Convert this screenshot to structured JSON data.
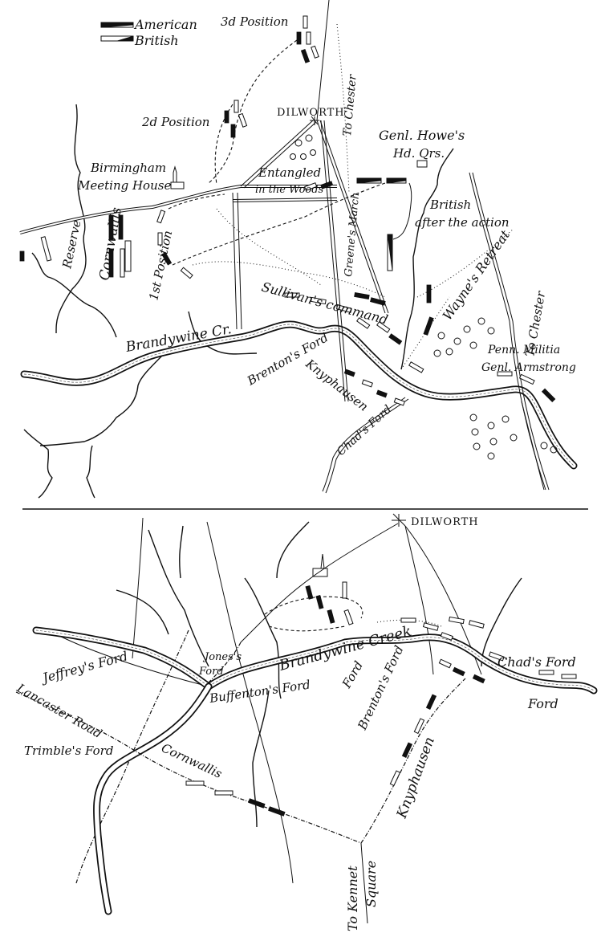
{
  "legend": {
    "items": [
      {
        "label": "American",
        "symbol": "black-filled-bar"
      },
      {
        "label": "British",
        "symbol": "white-open-bar"
      }
    ]
  },
  "upper_map": {
    "places": {
      "dilworth": "DILWORTH",
      "meeting_house_1": "Birmingham",
      "meeting_house_2": "Meeting House",
      "hq_1": "Genl. Howe's",
      "hq_2": "Hd. Qrs.",
      "penn_militia_1": "Penn. Militia",
      "penn_militia_2": "Genl. Armstrong"
    },
    "positions": {
      "first": "1st Position",
      "second": "2d Position",
      "third": "3d Position",
      "reserve": "Reserve"
    },
    "movements": {
      "entangled_1": "Entangled",
      "entangled_2": "in the Woods",
      "british_after_1": "British",
      "british_after_2": "after the action",
      "greenes_march": "Greene's March",
      "sullivans_command": "Sullivan's command",
      "waynes_retreat": "Wayne's Retreat",
      "cornwallis": "Cornwallis",
      "knyphausen": "Knyphausen"
    },
    "roads": {
      "to_chester_north": "To Chester",
      "to_chester_south": "To Chester"
    },
    "water": {
      "creek": "Brandywine Cr.",
      "brentons_ford": "Brenton's Ford",
      "chads_ford": "Chad's Ford"
    }
  },
  "lower_map": {
    "places": {
      "dilworth": "DILWORTH"
    },
    "water": {
      "creek": "Brandywine Creek",
      "jeffreys_ford": "Jeffrey's Ford",
      "jones_ford_1": "Jones's",
      "jones_ford_2": "Ford",
      "buffingtons_ford": "Buffenton's Ford",
      "ford_small": "Ford",
      "brentons_ford": "Brenton's Ford",
      "chads_ford": "Chad's Ford",
      "ford_lower": "Ford",
      "trimbles_ford": "Trimble's Ford"
    },
    "roads": {
      "lancaster_road": "Lancaster Road",
      "to_kennet_1": "To Kennet",
      "to_kennet_2": "Square"
    },
    "movements": {
      "cornwallis": "Cornwallis",
      "knyphausen": "Knyphausen"
    }
  }
}
